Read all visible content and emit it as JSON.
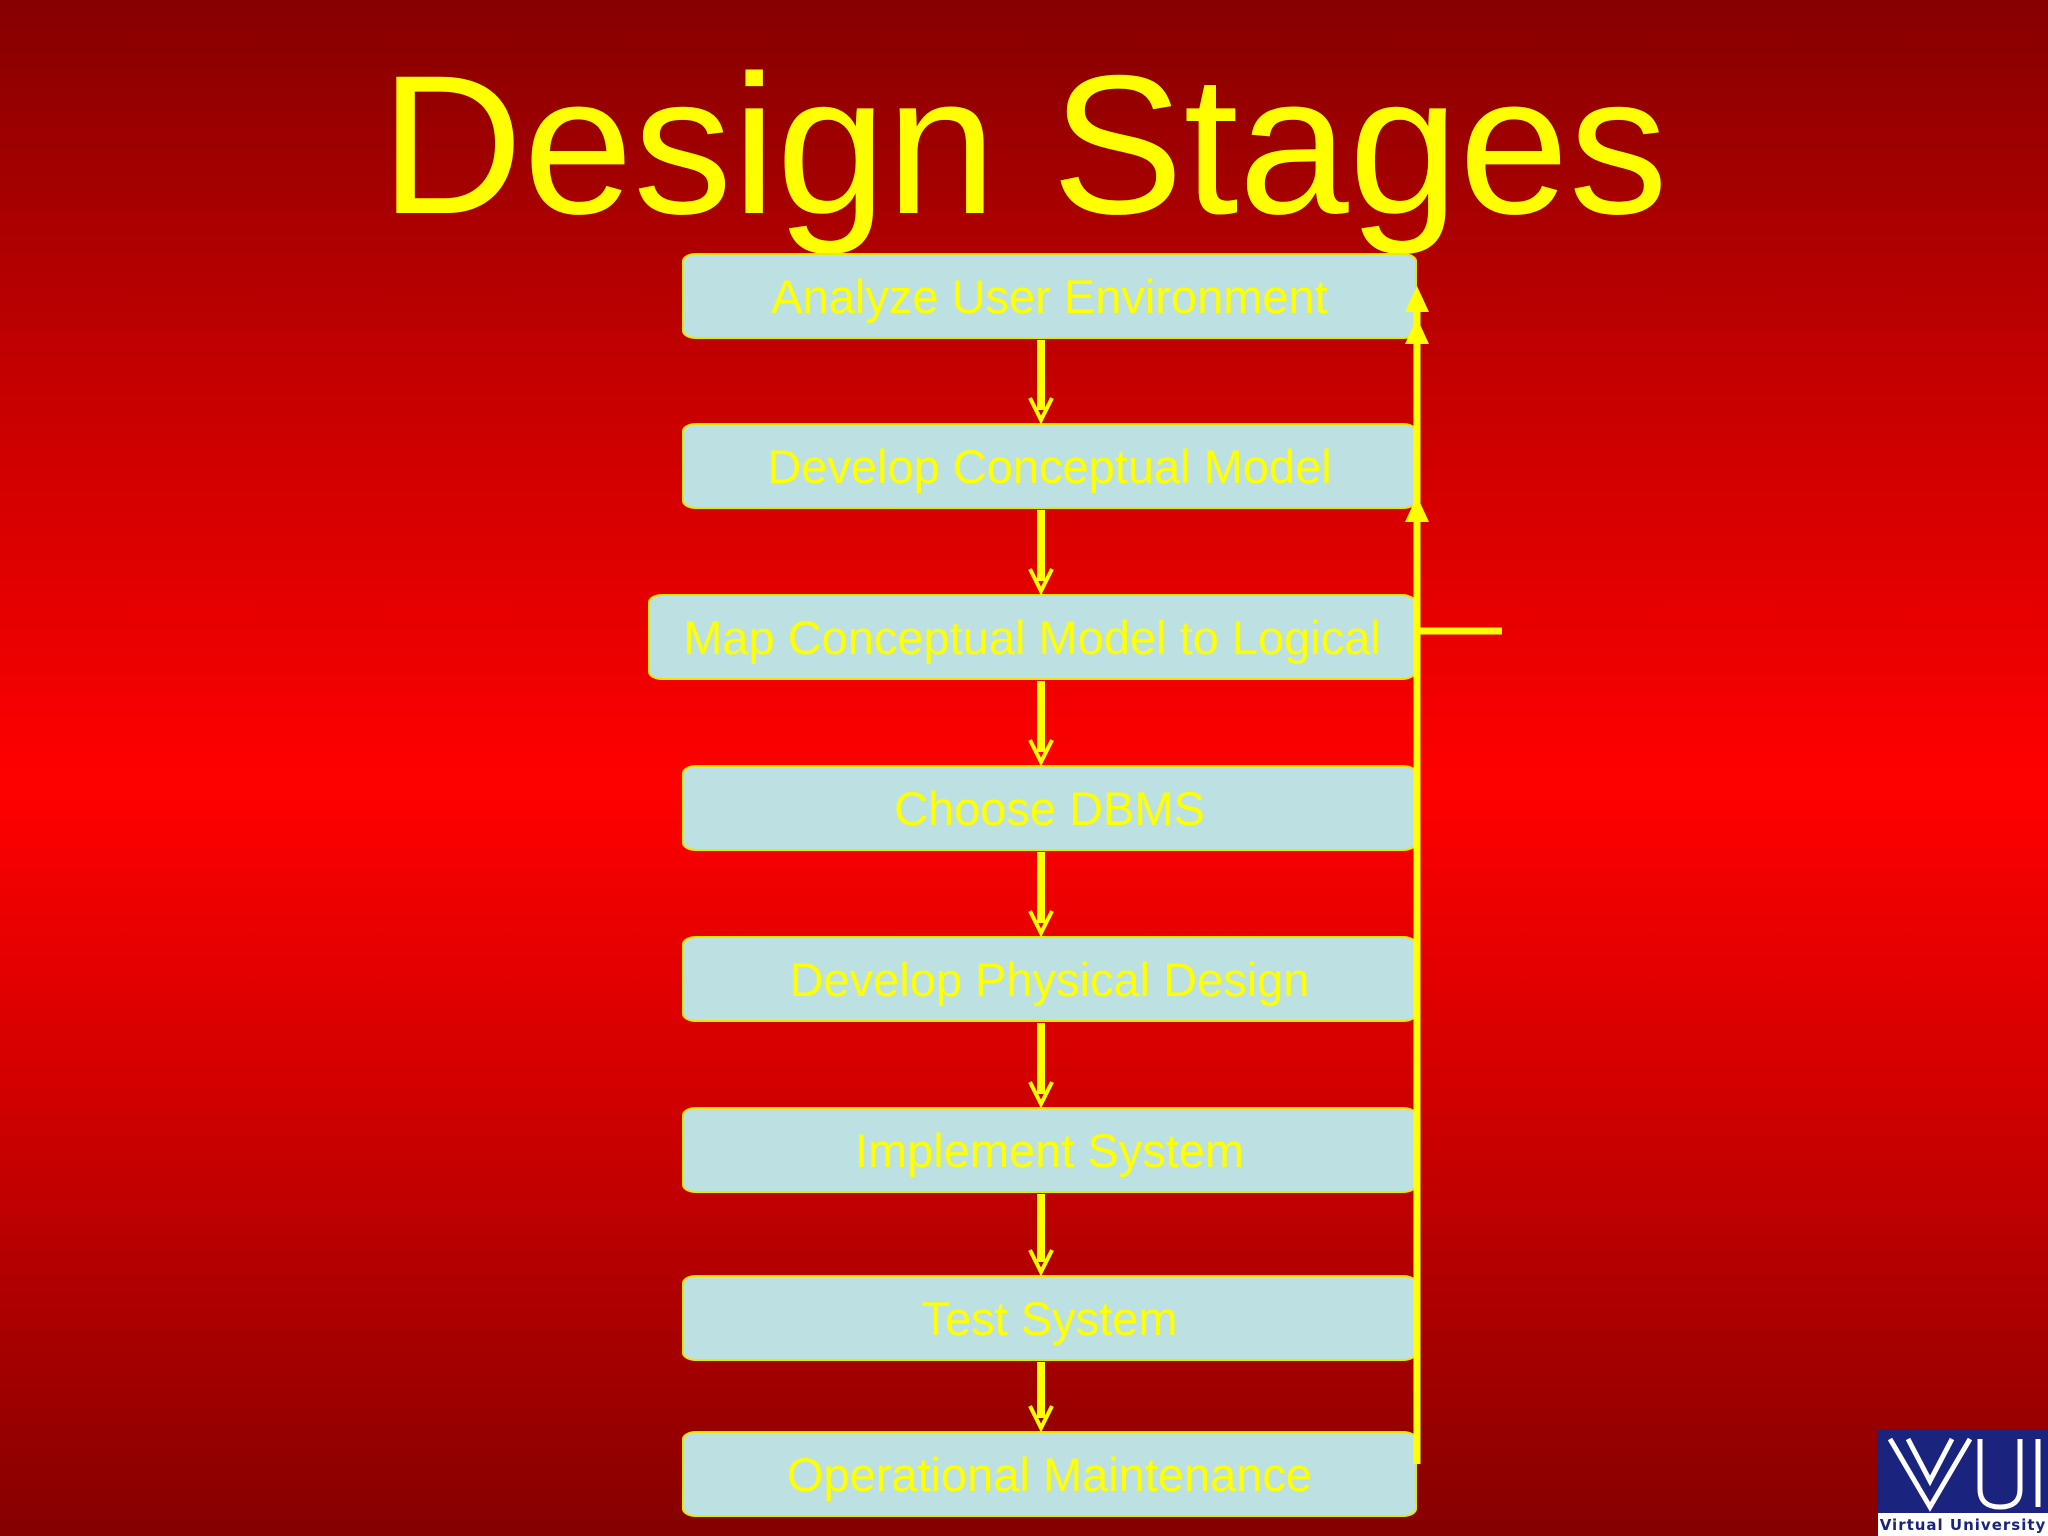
{
  "slide": {
    "title": "Design Stages",
    "stages": [
      "Analyze User Environment",
      "Develop Conceptual Model",
      "Map Conceptual Model to Logical",
      "Choose DBMS",
      "Develop Physical Design",
      "Implement System",
      "Test System",
      "Operational Maintenance"
    ],
    "colors": {
      "title": "#ffff00",
      "stage_fill": "#bde0e3",
      "stage_text": "#ffff00",
      "connector": "#ffff00",
      "background_center": "#ff0000",
      "background_edge": "#850000"
    }
  },
  "logo": {
    "monogram": "VU",
    "caption": "Virtual University"
  }
}
